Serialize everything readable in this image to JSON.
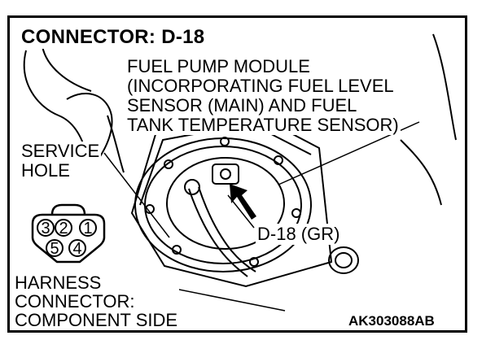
{
  "title": "CONNECTOR: D-18",
  "module_label": [
    "FUEL PUMP MODULE",
    "(INCORPORATING FUEL LEVEL",
    "SENSOR (MAIN) AND FUEL",
    "TANK TEMPERATURE SENSOR)"
  ],
  "service_hole_label": [
    "SERVICE",
    "HOLE"
  ],
  "connector_label": "D-18 (GR)",
  "harness_label": [
    "HARNESS",
    "CONNECTOR:",
    "COMPONENT SIDE"
  ],
  "pins": [
    "3",
    "2",
    "1",
    "5",
    "4"
  ],
  "figure_code": "AK303088AB"
}
